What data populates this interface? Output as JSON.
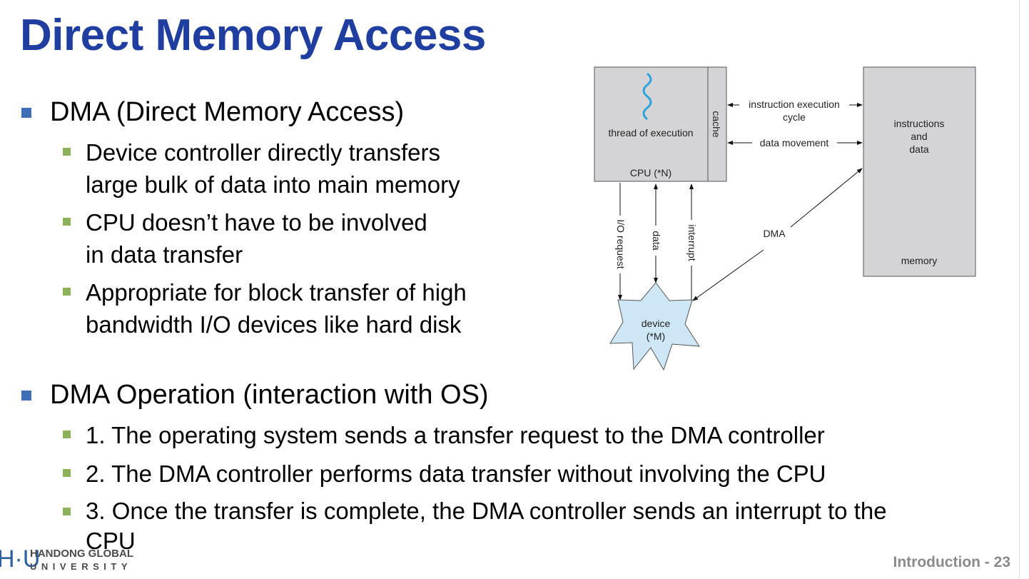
{
  "title": "Direct Memory Access",
  "bullets": [
    {
      "text": "DMA (Direct Memory Access)",
      "sub": [
        {
          "lines": [
            "Device controller directly transfers",
            "large bulk of data into main memory"
          ]
        },
        {
          "lines": [
            "CPU doesn’t have to be involved",
            "in data transfer"
          ]
        },
        {
          "lines": [
            "Appropriate for block transfer of high",
            "bandwidth I/O devices like hard disk"
          ]
        }
      ]
    },
    {
      "text": "DMA Operation (interaction with OS)",
      "sub": [
        {
          "lines": [
            "1. The operating system sends a transfer request to the DMA controller"
          ]
        },
        {
          "lines": [
            "2. The DMA controller performs data transfer without involving the CPU"
          ]
        },
        {
          "lines": [
            "3. Once the transfer is complete, the DMA controller sends an interrupt to the",
            "CPU"
          ]
        }
      ]
    }
  ],
  "diagram": {
    "thread": "thread of execution",
    "cpu": "CPU (*N)",
    "cache": "cache",
    "instr_exec_1": "instruction execution",
    "instr_exec_2": "cycle",
    "data_movement": "data movement",
    "mem_1": "instructions",
    "mem_2": "and",
    "mem_3": "data",
    "memory": "memory",
    "io_request": "I/O request",
    "data": "data",
    "interrupt": "interrupt",
    "dma": "DMA",
    "device_1": "device",
    "device_2": "(*M)",
    "colors": {
      "box": "#d4d4d6",
      "device": "#cde7f7",
      "thread": "#2aa4dc"
    }
  },
  "footer": {
    "section": "Introduction",
    "page": "23",
    "label": "Introduction  -  23"
  },
  "logo": {
    "line1": "HANDONG GLOBAL",
    "line2": "U N I V E R S I T Y",
    "mark": "HGU"
  }
}
